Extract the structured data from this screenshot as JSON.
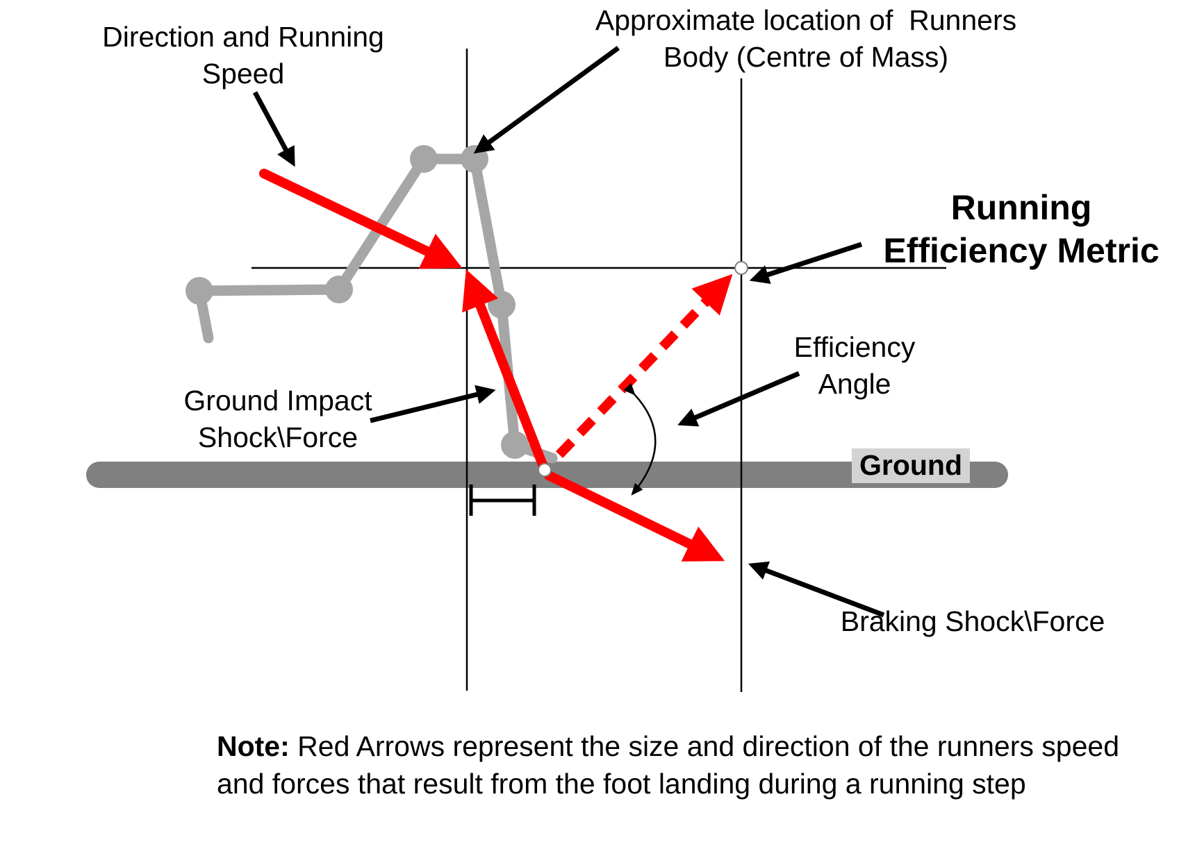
{
  "labels": {
    "direction": [
      "Direction and Running",
      "Speed"
    ],
    "centre_of_mass": [
      "Approximate location of  Runners",
      "Body (Centre of Mass)"
    ],
    "metric": [
      "Running",
      "Efficiency Metric"
    ],
    "angle": [
      "Efficiency",
      "Angle"
    ],
    "impact": [
      "Ground Impact",
      "Shock\\Force"
    ],
    "ground": "Ground",
    "braking": "Braking Shock\\Force"
  },
  "note": {
    "prefix": "Note:",
    "text": " Red Arrows represent the size and direction of the runners speed and forces that result from the foot landing during a running step"
  },
  "colors": {
    "force_arrow": "#ff0000",
    "runner_figure": "#a6a6a6",
    "ground": "#808080",
    "ground_label_bg": "#d3d3d3",
    "pointer": "#000000"
  },
  "icons": {
    "measurement": "horizontal-bracket-icon"
  }
}
